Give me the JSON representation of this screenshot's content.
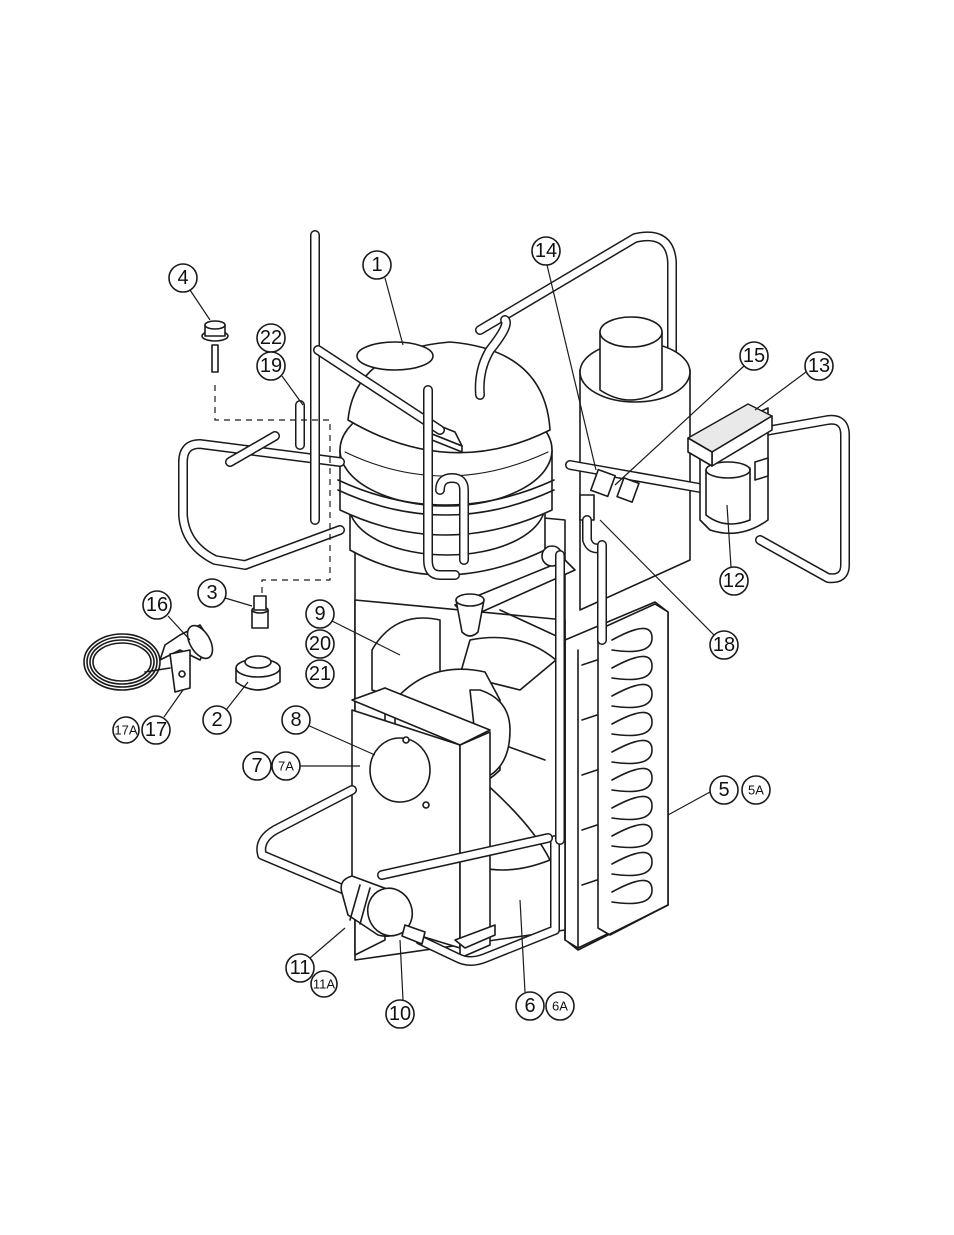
{
  "callouts": {
    "c1": "1",
    "c2": "2",
    "c3": "3",
    "c4": "4",
    "c5": "5",
    "c5a": "5A",
    "c6": "6",
    "c6a": "6A",
    "c7": "7",
    "c7a": "7A",
    "c8": "8",
    "c9": "9",
    "c10": "10",
    "c11": "11",
    "c11a": "11A",
    "c12": "12",
    "c13": "13",
    "c14": "14",
    "c15": "15",
    "c16": "16",
    "c17": "17",
    "c17a": "17A",
    "c18": "18",
    "c19": "19",
    "c20": "20",
    "c21": "21",
    "c22": "22"
  }
}
